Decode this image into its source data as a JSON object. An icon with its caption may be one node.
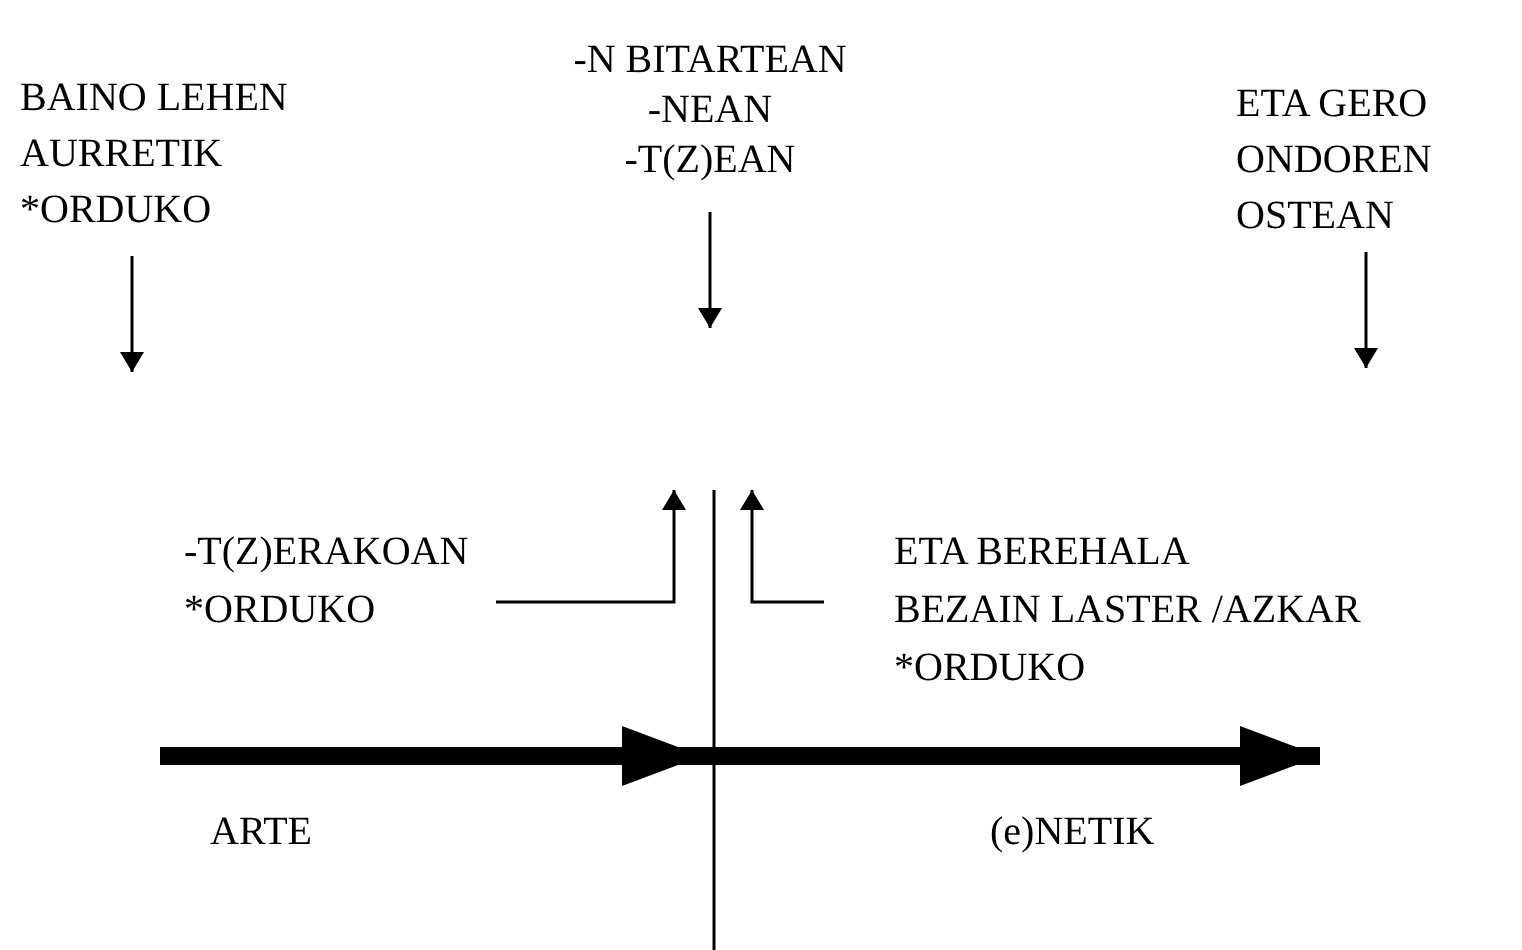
{
  "diagram": {
    "nodes": [
      {
        "text": [
          "BAINO LEHEN",
          "AURRETIK",
          "*ORDUKO"
        ]
      },
      {
        "text": [
          "-N BITARTEAN",
          "-NEAN",
          "-T(Z)EAN"
        ]
      },
      {
        "text": [
          "ETA GERO",
          "ONDOREN",
          "OSTEAN"
        ]
      },
      {
        "text": [
          "-T(Z)ERAKOAN",
          "*ORDUKO"
        ]
      },
      {
        "text": [
          "ETA BEREHALA",
          "BEZAIN LASTER /AZKAR",
          "*ORDUKO"
        ]
      }
    ],
    "edges": [
      {
        "from": 0,
        "to": null,
        "arrow": "to"
      },
      {
        "from": 1,
        "to": null,
        "arrow": "to"
      },
      {
        "from": 2,
        "to": null,
        "arrow": "to"
      },
      {
        "from": 3,
        "to": null,
        "arrow": "to"
      },
      {
        "from": 4,
        "to": null,
        "arrow": "to"
      }
    ],
    "labels": [
      "ARTE",
      "(e)NETIK"
    ]
  }
}
